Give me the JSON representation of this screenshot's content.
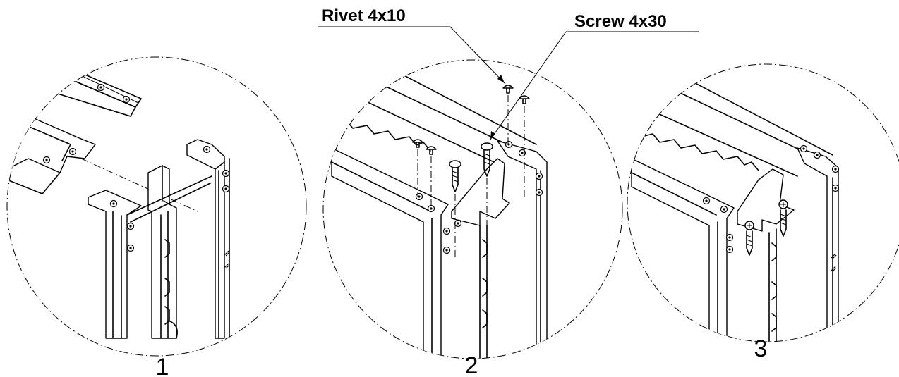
{
  "callouts": {
    "rivet": "Rivet 4x10",
    "screw": "Screw 4x30"
  },
  "steps": [
    {
      "number": "1"
    },
    {
      "number": "2"
    },
    {
      "number": "3"
    }
  ]
}
